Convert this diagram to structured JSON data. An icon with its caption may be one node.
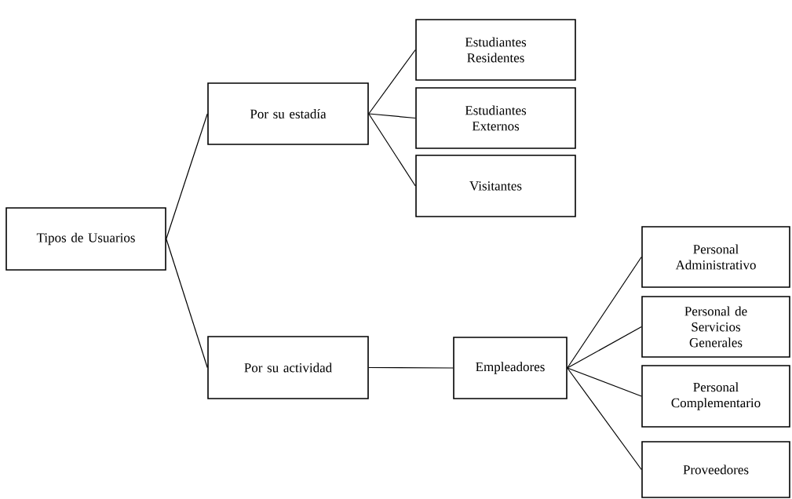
{
  "diagram": {
    "nodes": [
      {
        "text": [
          "Tipos de Usuarios"
        ]
      },
      {
        "text": [
          "Por su estadía"
        ]
      },
      {
        "text": [
          "Por su actividad"
        ]
      },
      {
        "text": [
          "Estudiantes Residentes"
        ]
      },
      {
        "text": [
          "Estudiantes Externos"
        ]
      },
      {
        "text": [
          "Visitantes"
        ]
      },
      {
        "text": [
          "Empleadores"
        ]
      },
      {
        "text": [
          "Personal Administrativo"
        ]
      },
      {
        "text": [
          "Personal de Servicios Generales"
        ]
      },
      {
        "text": [
          "Personal Complementario"
        ]
      },
      {
        "text": [
          "Proveedores"
        ]
      }
    ],
    "edges": [
      {
        "from": 0,
        "to": 1,
        "arrow": "none"
      },
      {
        "from": 0,
        "to": 2,
        "arrow": "none"
      },
      {
        "from": 1,
        "to": 3,
        "arrow": "none"
      },
      {
        "from": 1,
        "to": 4,
        "arrow": "none"
      },
      {
        "from": 1,
        "to": 5,
        "arrow": "none"
      },
      {
        "from": 2,
        "to": 6,
        "arrow": "none"
      },
      {
        "from": 6,
        "to": 7,
        "arrow": "none"
      },
      {
        "from": 6,
        "to": 8,
        "arrow": "none"
      },
      {
        "from": 6,
        "to": 9,
        "arrow": "none"
      },
      {
        "from": 6,
        "to": 10,
        "arrow": "none"
      }
    ]
  }
}
